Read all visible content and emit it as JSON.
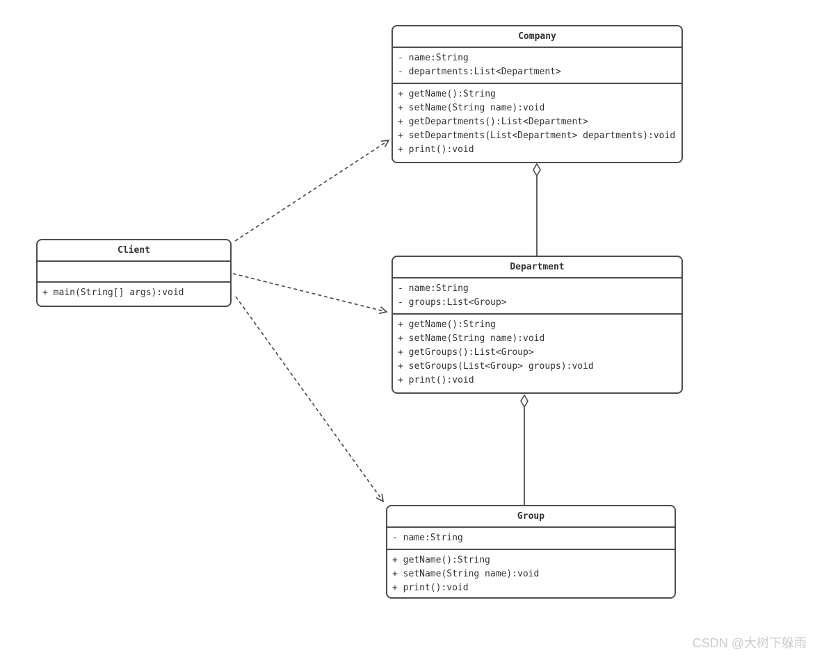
{
  "diagram": {
    "type": "uml-class-diagram",
    "watermark": "CSDN @大树下躲雨",
    "colors": {
      "line": "#4d4d4d",
      "text": "#333333",
      "background": "#ffffff",
      "watermark": "#cccccc"
    }
  },
  "classes": [
    {
      "name": "Company",
      "attributes": [
        "- name:String",
        "- departments:List<Department>"
      ],
      "methods": [
        "+ getName():String",
        "+ setName(String name):void",
        "+ getDepartments():List<Department>",
        "+ setDepartments(List<Department> departments):void",
        "+ print():void"
      ]
    },
    {
      "name": "Client",
      "attributes": [],
      "methods": [
        "+ main(String[] args):void"
      ]
    },
    {
      "name": "Department",
      "attributes": [
        "- name:String",
        "- groups:List<Group>"
      ],
      "methods": [
        "+ getName():String",
        "+ setName(String name):void",
        "+ getGroups():List<Group>",
        "+ setGroups(List<Group> groups):void",
        "+ print():void"
      ]
    },
    {
      "name": "Group",
      "attributes": [
        "- name:String"
      ],
      "methods": [
        "+ getName():String",
        "+ setName(String name):void",
        "+ print():void"
      ]
    }
  ],
  "relationships": [
    {
      "type": "dependency",
      "from": "Client",
      "to": "Company",
      "line": "dashed-open-arrow"
    },
    {
      "type": "dependency",
      "from": "Client",
      "to": "Department",
      "line": "dashed-open-arrow"
    },
    {
      "type": "dependency",
      "from": "Client",
      "to": "Group",
      "line": "dashed-open-arrow"
    },
    {
      "type": "aggregation",
      "whole": "Company",
      "part": "Department",
      "line": "solid-hollow-diamond"
    },
    {
      "type": "aggregation",
      "whole": "Department",
      "part": "Group",
      "line": "solid-hollow-diamond"
    }
  ]
}
